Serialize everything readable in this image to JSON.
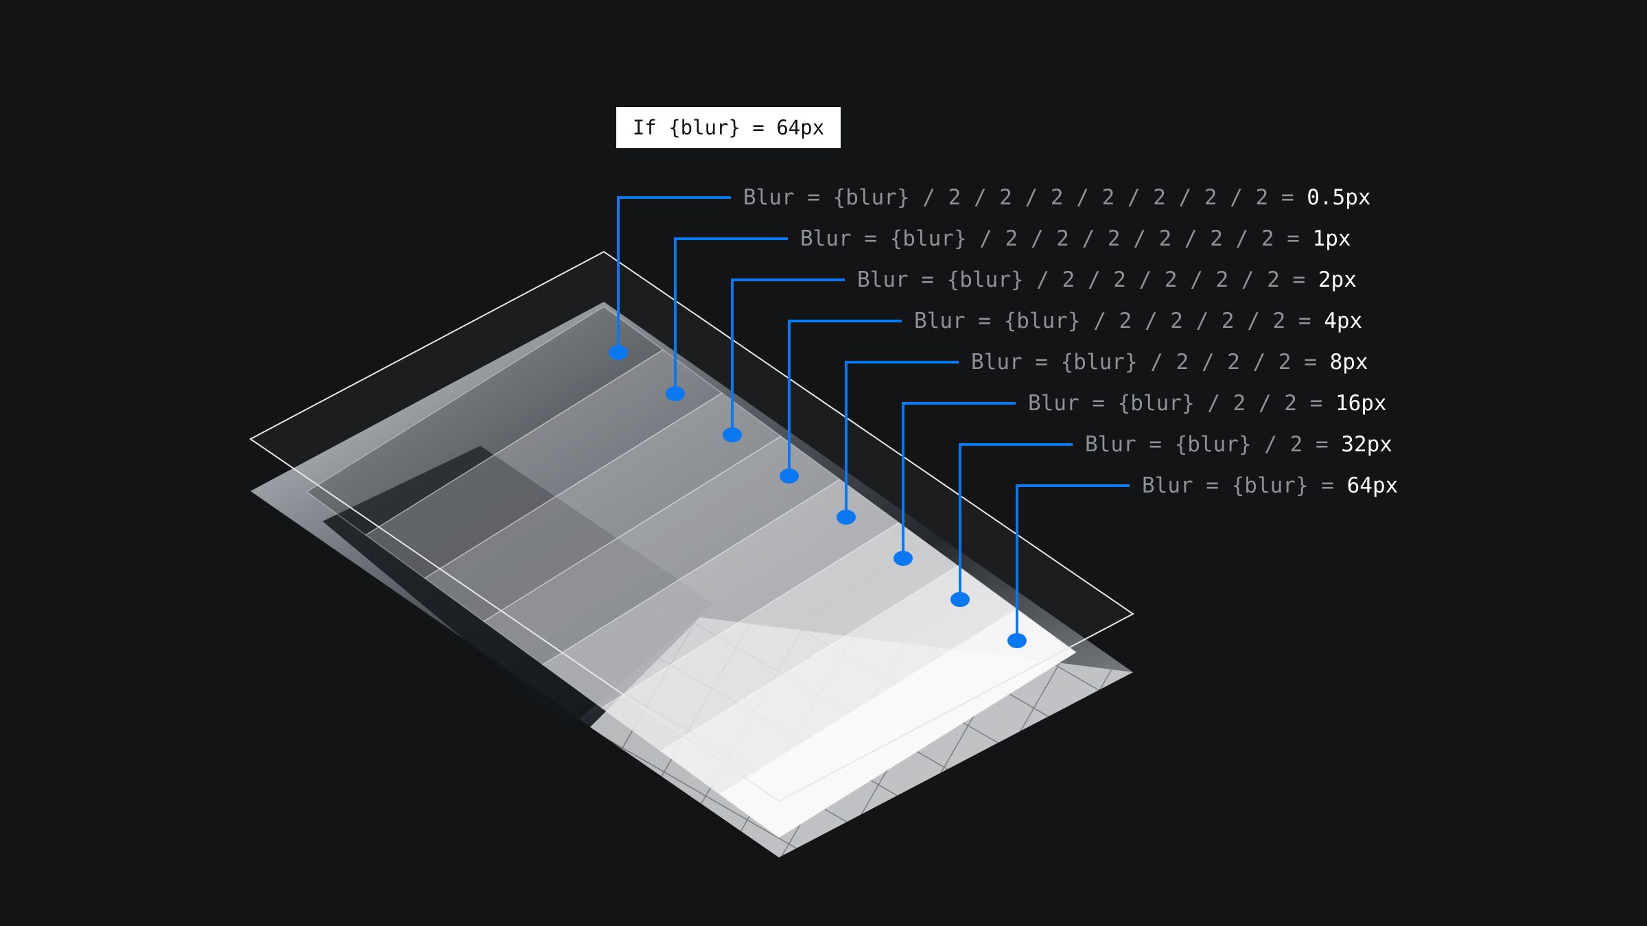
{
  "header": {
    "text": "If {blur} = 64px"
  },
  "layers": [
    {
      "formula": "Blur = {blur} / 2 / 2 / 2 / 2 / 2 / 2 / 2 = ",
      "result": "0.5px"
    },
    {
      "formula": "Blur = {blur} / 2 / 2 / 2 / 2 / 2 / 2 = ",
      "result": "1px"
    },
    {
      "formula": "Blur = {blur} / 2 / 2 / 2 / 2 / 2 = ",
      "result": "2px"
    },
    {
      "formula": "Blur = {blur} / 2 / 2 / 2 / 2 = ",
      "result": "4px"
    },
    {
      "formula": "Blur = {blur} / 2 / 2 / 2 = ",
      "result": "8px"
    },
    {
      "formula": "Blur = {blur} / 2 / 2 = ",
      "result": "16px"
    },
    {
      "formula": "Blur = {blur} / 2 = ",
      "result": "32px"
    },
    {
      "formula": "Blur = {blur} = ",
      "result": "64px"
    }
  ],
  "colors": {
    "background": "#131416",
    "leader": "#0a78f0",
    "label_muted": "#8e9195",
    "label_result": "#ffffff"
  }
}
